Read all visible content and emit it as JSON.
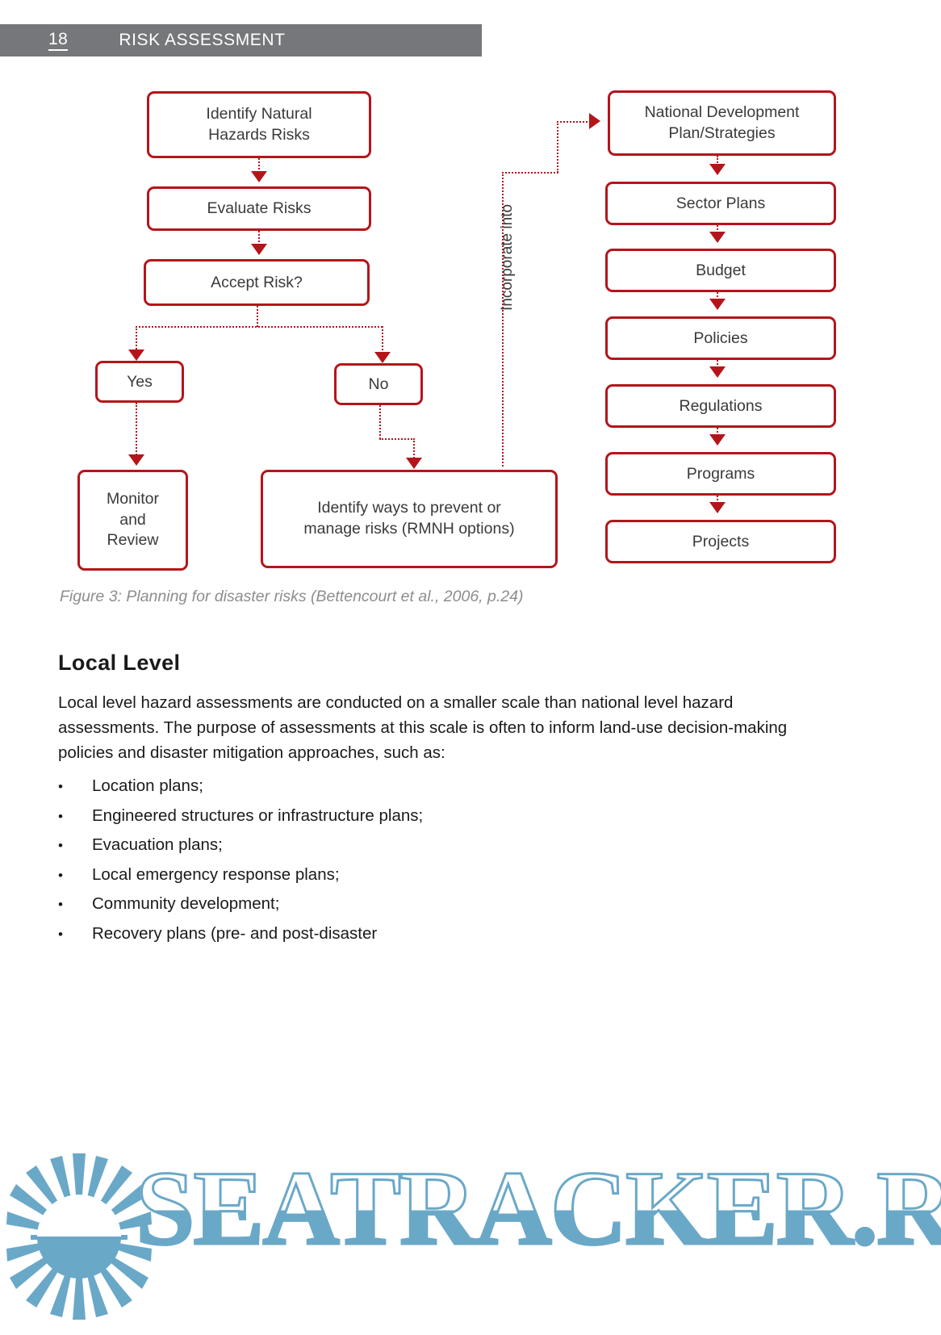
{
  "header": {
    "page_number": "18",
    "title": "RISK ASSESSMENT",
    "bar_color": "#76777a"
  },
  "figure": {
    "accent_color": "#b4151b",
    "left_flow": [
      {
        "id": "identify-hazards",
        "label": "Identify Natural\nHazards Risks"
      },
      {
        "id": "evaluate-risks",
        "label": "Evaluate Risks"
      },
      {
        "id": "accept-risk",
        "label": "Accept Risk?"
      },
      {
        "id": "yes",
        "label": "Yes"
      },
      {
        "id": "no",
        "label": "No"
      },
      {
        "id": "monitor-review",
        "label": "Monitor\nand\nReview"
      },
      {
        "id": "identify-ways",
        "label": "Identify ways to prevent or\nmanage risks (RMNH options)"
      }
    ],
    "connector_label": "Incorporate into",
    "right_flow": [
      {
        "id": "national-development-plan",
        "label": "National Development\nPlan/Strategies"
      },
      {
        "id": "sector-plans",
        "label": "Sector Plans"
      },
      {
        "id": "budget",
        "label": "Budget"
      },
      {
        "id": "policies",
        "label": "Policies"
      },
      {
        "id": "regulations",
        "label": "Regulations"
      },
      {
        "id": "programs",
        "label": "Programs"
      },
      {
        "id": "projects",
        "label": "Projects"
      }
    ],
    "caption": "Figure 3: Planning for disaster risks (Bettencourt et al., 2006, p.24)"
  },
  "content": {
    "heading": "Local Level",
    "paragraph": "Local level hazard assessments are conducted on a smaller scale than national level hazard assessments. The purpose of assessments at this scale is often to inform land-use decision-making policies and disaster mitigation approaches, such as:",
    "bullet_marker": "•",
    "bullets": [
      "Location plans;",
      "Engineered structures or infrastructure plans;",
      "Evacuation plans;",
      "Local emergency response plans;",
      "Community development;",
      "Recovery plans (pre- and post-disaster"
    ]
  },
  "watermark": {
    "text": "SEATRACKER.RU",
    "color": "#6aa8c8",
    "icon": "sun-burst-icon"
  }
}
